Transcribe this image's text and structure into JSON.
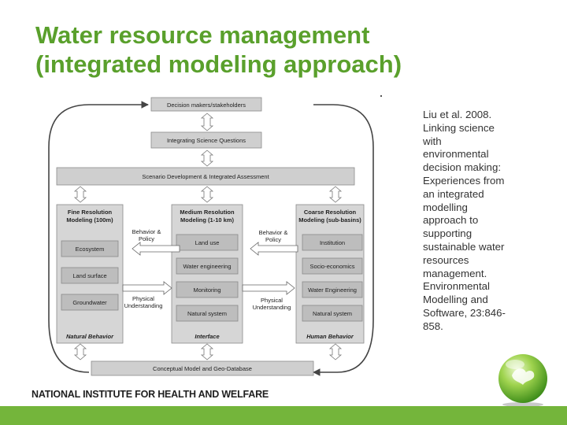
{
  "slide": {
    "title_line1": "Water resource management",
    "title_line2": "(integrated modeling approach)",
    "citation": "Liu et al. 2008. Linking science with environmental decision making: Experiences from an integrated modelling approach to supporting sustainable water resources management. Environmental Modelling and Software, 23:846-858.",
    "institute": "NATIONAL INSTITUTE FOR HEALTH AND WELFARE",
    "colors": {
      "title": "#5aa02c",
      "bar": "#74b53b",
      "box": "#cfcfcf",
      "box_dark": "#bdbdbd"
    }
  },
  "diagram": {
    "top_box": "Decision makers/stakeholders",
    "questions_box": "Integrating Science Questions",
    "scenario_box": "Scenario Development & Integrated Assessment",
    "base_box": "Conceptual Model and Geo-Database",
    "fine": {
      "title1": "Fine Resolution",
      "title2": "Modeling (100m)",
      "items": [
        "Ecosystem",
        "Land surface",
        "Groundwater"
      ],
      "footer": "Natural Behavior"
    },
    "medium": {
      "title1": "Medium Resolution",
      "title2": "Modeling (1-10 km)",
      "items": [
        "Land use",
        "Water engineering",
        "Monitoring",
        "Natural system"
      ],
      "footer": "Interface"
    },
    "coarse": {
      "title1": "Coarse Resolution",
      "title2": "Modeling (sub-basins)",
      "items": [
        "Institution",
        "Socio-economics",
        "Water Engineering",
        "Natural system"
      ],
      "footer": "Human Behavior"
    },
    "labels": {
      "behavior_left1": "Behavior &",
      "behavior_left2": "Policy",
      "behavior_right1": "Behavior &",
      "behavior_right2": "Policy",
      "physical_left1": "Physical",
      "physical_left2": "Understanding",
      "physical_right1": "Physical",
      "physical_right2": "Understanding"
    }
  }
}
